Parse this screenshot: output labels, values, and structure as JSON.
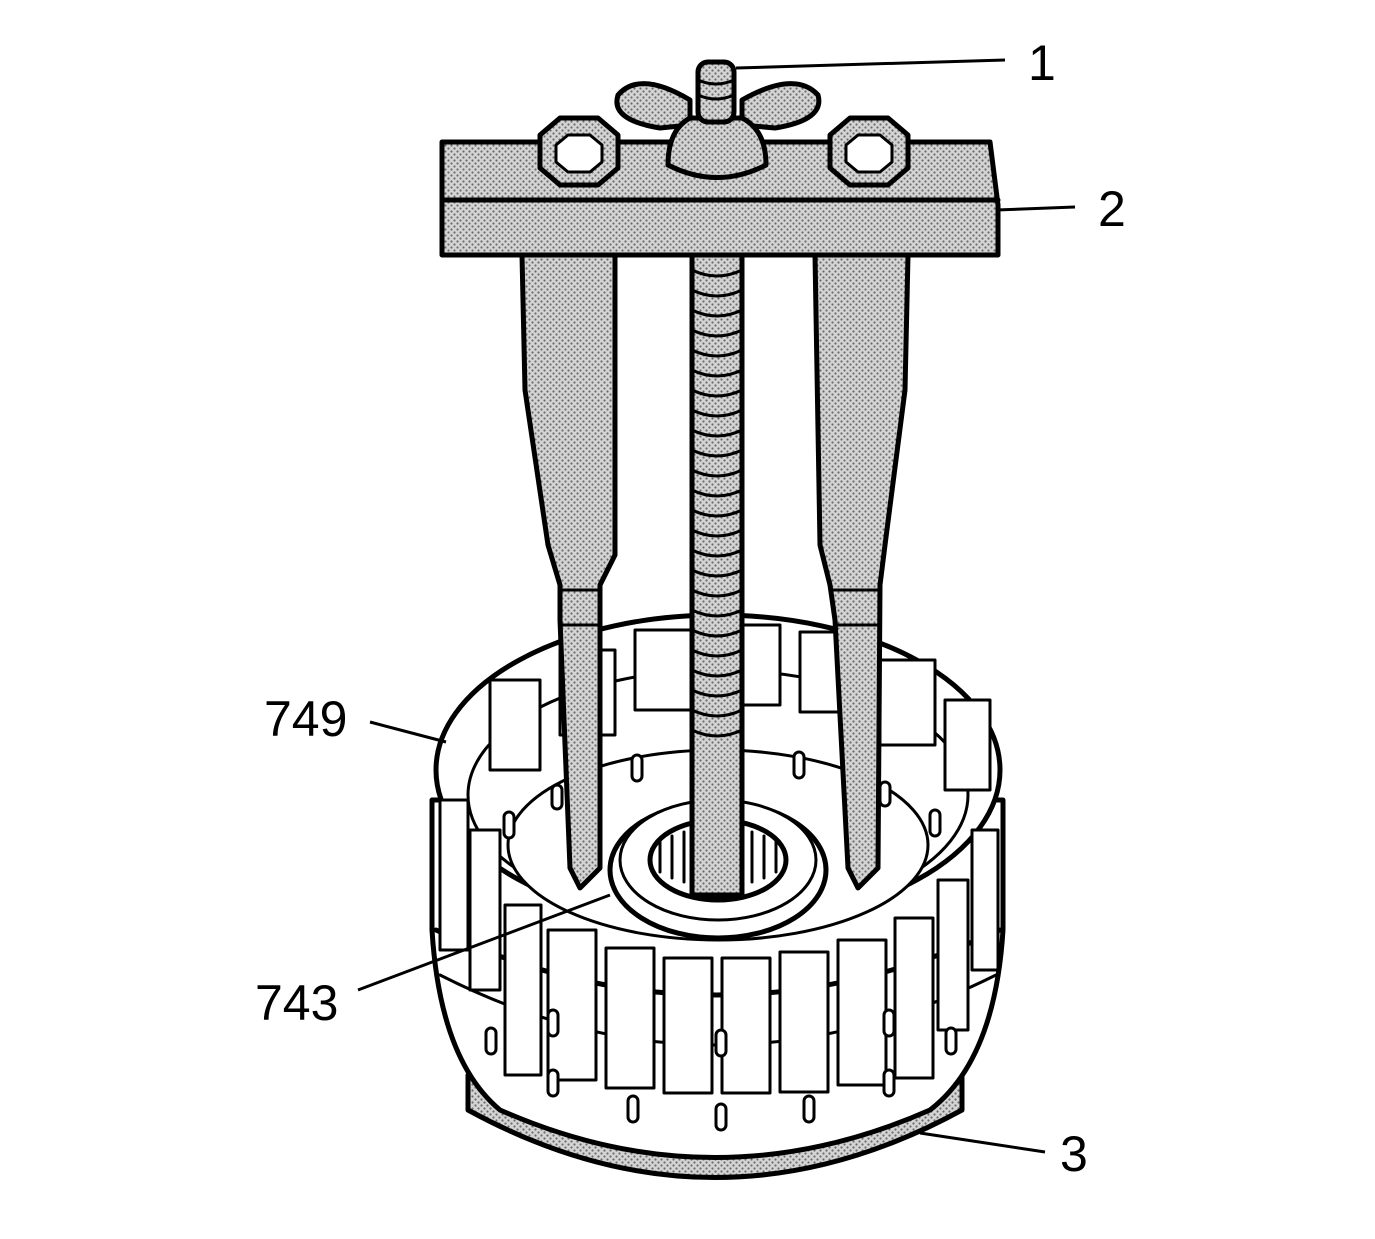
{
  "figure": {
    "callouts": [
      {
        "id": "1",
        "text": "1"
      },
      {
        "id": "2",
        "text": "2"
      },
      {
        "id": "3",
        "text": "3"
      },
      {
        "id": "749",
        "text": "749"
      },
      {
        "id": "743",
        "text": "743"
      }
    ],
    "colors": {
      "ink": "#000000",
      "stipple": "#bfbfbf",
      "paper": "#ffffff"
    }
  }
}
